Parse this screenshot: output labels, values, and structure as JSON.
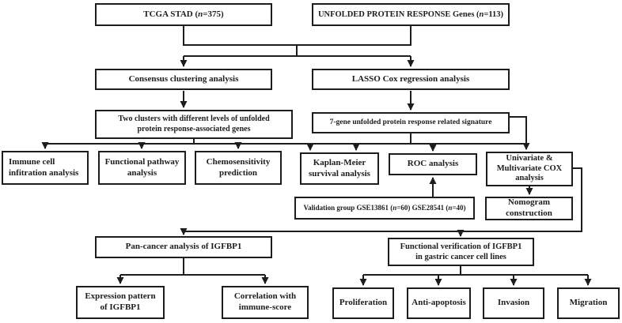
{
  "figure": {
    "background_color": "#ffffff",
    "line_color": "#1d1d1d",
    "type": "flowchart"
  },
  "nodes": {
    "tcga": {
      "label": "TCGA STAD (n=375)",
      "rich": [
        {
          "t": "TCGA STAD ("
        },
        {
          "t": "n",
          "i": true
        },
        {
          "t": "=375)"
        }
      ]
    },
    "upr": {
      "label": "UNFOLDED PROTEIN RESPONSE Genes (n=113)",
      "rich": [
        {
          "t": "UNFOLDED PROTEIN RESPONSE Genes ("
        },
        {
          "t": "n",
          "i": true
        },
        {
          "t": "=113)"
        }
      ]
    },
    "consensus": {
      "label": "Consensus clustering analysis"
    },
    "lasso": {
      "label": "LASSO Cox regression analysis"
    },
    "two_clusters": {
      "label": "Two clusters with different levels of unfolded\nprotein response-associated genes"
    },
    "signature": {
      "label": "7-gene unfolded protein response related signature"
    },
    "immune": {
      "label": "Immune cell\ninfitration analysis"
    },
    "functional_pathway": {
      "label": "Functional pathway\nanalysis"
    },
    "chemosensitivity": {
      "label": "Chemosensitivity\nprediction"
    },
    "kaplan_meier": {
      "label": "Kaplan-Meier\nsurvival analysis"
    },
    "roc": {
      "label": "ROC analysis"
    },
    "cox": {
      "label": "Univariate &\nMultivariate COX\nanalysis"
    },
    "validation": {
      "label": "Validation group GSE13861 (n=60) GSE28541 (n=40)",
      "rich": [
        {
          "t": "Validation group GSE13861 ("
        },
        {
          "t": "n",
          "i": true
        },
        {
          "t": "=60) GSE28541 ("
        },
        {
          "t": "n",
          "i": true
        },
        {
          "t": "=40)"
        }
      ]
    },
    "nomogram": {
      "label": "Nomogram\nconstruction"
    },
    "pan_cancer": {
      "label": "Pan-cancer analysis of IGFBP1"
    },
    "functional_verification": {
      "label": "Functional verification of IGFBP1\nin gastric cancer cell lines"
    },
    "expression_pattern": {
      "label": "Expression pattern\nof IGFBP1"
    },
    "correlation": {
      "label": "Correlation with\nimmune-score"
    },
    "proliferation": {
      "label": "Proliferation"
    },
    "anti_apoptosis": {
      "label": "Anti-apoptosis"
    },
    "invasion": {
      "label": "Invasion"
    },
    "migration": {
      "label": "Migration"
    }
  },
  "edges": [
    {
      "from": "tcga",
      "to": "consensus"
    },
    {
      "from": "tcga",
      "to": "lasso"
    },
    {
      "from": "upr",
      "to": "consensus"
    },
    {
      "from": "upr",
      "to": "lasso"
    },
    {
      "from": "consensus",
      "to": "two_clusters"
    },
    {
      "from": "lasso",
      "to": "signature"
    },
    {
      "from": "two_clusters",
      "to": "immune"
    },
    {
      "from": "two_clusters",
      "to": "functional_pathway"
    },
    {
      "from": "two_clusters",
      "to": "chemosensitivity"
    },
    {
      "from": "two_clusters",
      "to": "kaplan_meier"
    },
    {
      "from": "signature",
      "to": "kaplan_meier"
    },
    {
      "from": "signature",
      "to": "roc"
    },
    {
      "from": "signature",
      "to": "cox"
    },
    {
      "from": "validation",
      "to": "roc"
    },
    {
      "from": "cox",
      "to": "nomogram"
    },
    {
      "from": "cox",
      "to": "pan_cancer"
    },
    {
      "from": "cox",
      "to": "functional_verification"
    },
    {
      "from": "pan_cancer",
      "to": "expression_pattern"
    },
    {
      "from": "pan_cancer",
      "to": "correlation"
    },
    {
      "from": "functional_verification",
      "to": "proliferation"
    },
    {
      "from": "functional_verification",
      "to": "anti_apoptosis"
    },
    {
      "from": "functional_verification",
      "to": "invasion"
    },
    {
      "from": "functional_verification",
      "to": "migration"
    }
  ]
}
